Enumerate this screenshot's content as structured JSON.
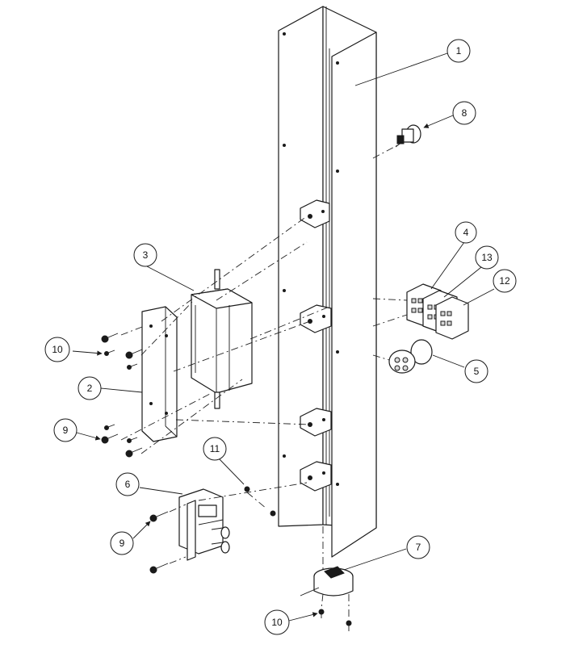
{
  "callouts": [
    {
      "id": "c1",
      "label": "1"
    },
    {
      "id": "c2",
      "label": "2"
    },
    {
      "id": "c3",
      "label": "3"
    },
    {
      "id": "c4",
      "label": "4"
    },
    {
      "id": "c5",
      "label": "5"
    },
    {
      "id": "c6",
      "label": "6"
    },
    {
      "id": "c7",
      "label": "7"
    },
    {
      "id": "c8",
      "label": "8"
    },
    {
      "id": "c9a",
      "label": "9"
    },
    {
      "id": "c9b",
      "label": "9"
    },
    {
      "id": "c10a",
      "label": "10"
    },
    {
      "id": "c10b",
      "label": "10"
    },
    {
      "id": "c11",
      "label": "11"
    },
    {
      "id": "c12",
      "label": "12"
    },
    {
      "id": "c13",
      "label": "13"
    }
  ]
}
